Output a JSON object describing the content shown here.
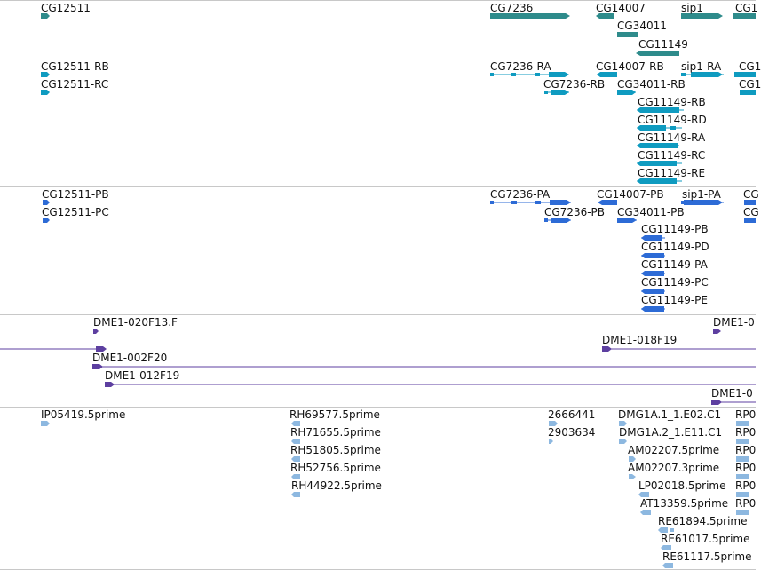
{
  "colors": {
    "gene": "#2e8b8b",
    "mrna": "#0f9bc0",
    "protein": "#2d6bd6",
    "clone": "#5d3fa0",
    "est": "#8db8e0",
    "divider": "#c8c8c8"
  },
  "tracks": [
    {
      "id": "genes",
      "color_key": "gene",
      "feature_labels": [
        "CG12511",
        "CG7236",
        "CG14007",
        "sip1",
        "CG1",
        "CG34011",
        "CG11149"
      ]
    },
    {
      "id": "transcripts",
      "color_key": "mrna",
      "feature_labels": [
        "CG12511-RB",
        "CG12511-RC",
        "CG7236-RA",
        "CG7236-RB",
        "CG14007-RB",
        "CG34011-RB",
        "sip1-RA",
        "CG1",
        "CG1",
        "CG11149-RB",
        "CG11149-RD",
        "CG11149-RA",
        "CG11149-RC",
        "CG11149-RE"
      ]
    },
    {
      "id": "proteins",
      "color_key": "protein",
      "feature_labels": [
        "CG12511-PB",
        "CG12511-PC",
        "CG7236-PA",
        "CG7236-PB",
        "CG14007-PB",
        "CG34011-PB",
        "sip1-PA",
        "CG",
        "CG",
        "CG11149-PB",
        "CG11149-PD",
        "CG11149-PA",
        "CG11149-PC",
        "CG11149-PE"
      ]
    },
    {
      "id": "clones",
      "color_key": "clone",
      "feature_labels": [
        "DME1-020F13.F",
        "DME1-018F19",
        "DME1-002F20",
        "DME1-012F19",
        "DME1-0",
        "DME1-0"
      ]
    },
    {
      "id": "ests",
      "color_key": "est",
      "feature_labels": [
        "IP05419.5prime",
        "RH69577.5prime",
        "RH71655.5prime",
        "RH51805.5prime",
        "RH52756.5prime",
        "RH44922.5prime",
        "2666441",
        "2903634",
        "DMG1A.1_1.E02.C1",
        "DMG1A.2_1.E11.C1",
        "AM02207.5prime",
        "AM02207.3prime",
        "LP02018.5prime",
        "AT13359.5prime",
        "RE61894.5prime",
        "RE61017.5prime",
        "RE61117.5prime",
        "RP0",
        "RP0",
        "RP0",
        "RP0",
        "RP0",
        "RP0"
      ]
    }
  ]
}
